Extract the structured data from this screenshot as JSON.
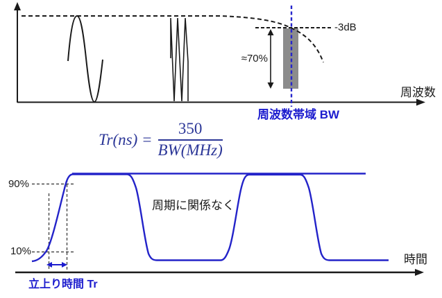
{
  "colors": {
    "waveform_blue": "#2323c9",
    "label_blue": "#1c1cce",
    "formula_navy": "#2b3697",
    "gray_bar": "#8c8c8c",
    "line_black": "#1a1a1a"
  },
  "top_chart": {
    "minus3db_label": "-3dB",
    "seventy_label": "≈70%",
    "x_axis_label": "周波数",
    "bandwidth_label": "周波数帯域 BW"
  },
  "formula": {
    "lhs": "Tr(ns) =",
    "numerator": "350",
    "denominator": "BW(MHz)"
  },
  "bottom_chart": {
    "p90_label": "90%",
    "p10_label": "10%",
    "note": "周期に関係なく",
    "x_axis_label": "時間",
    "risetime_label": "立上り時間 Tr"
  }
}
